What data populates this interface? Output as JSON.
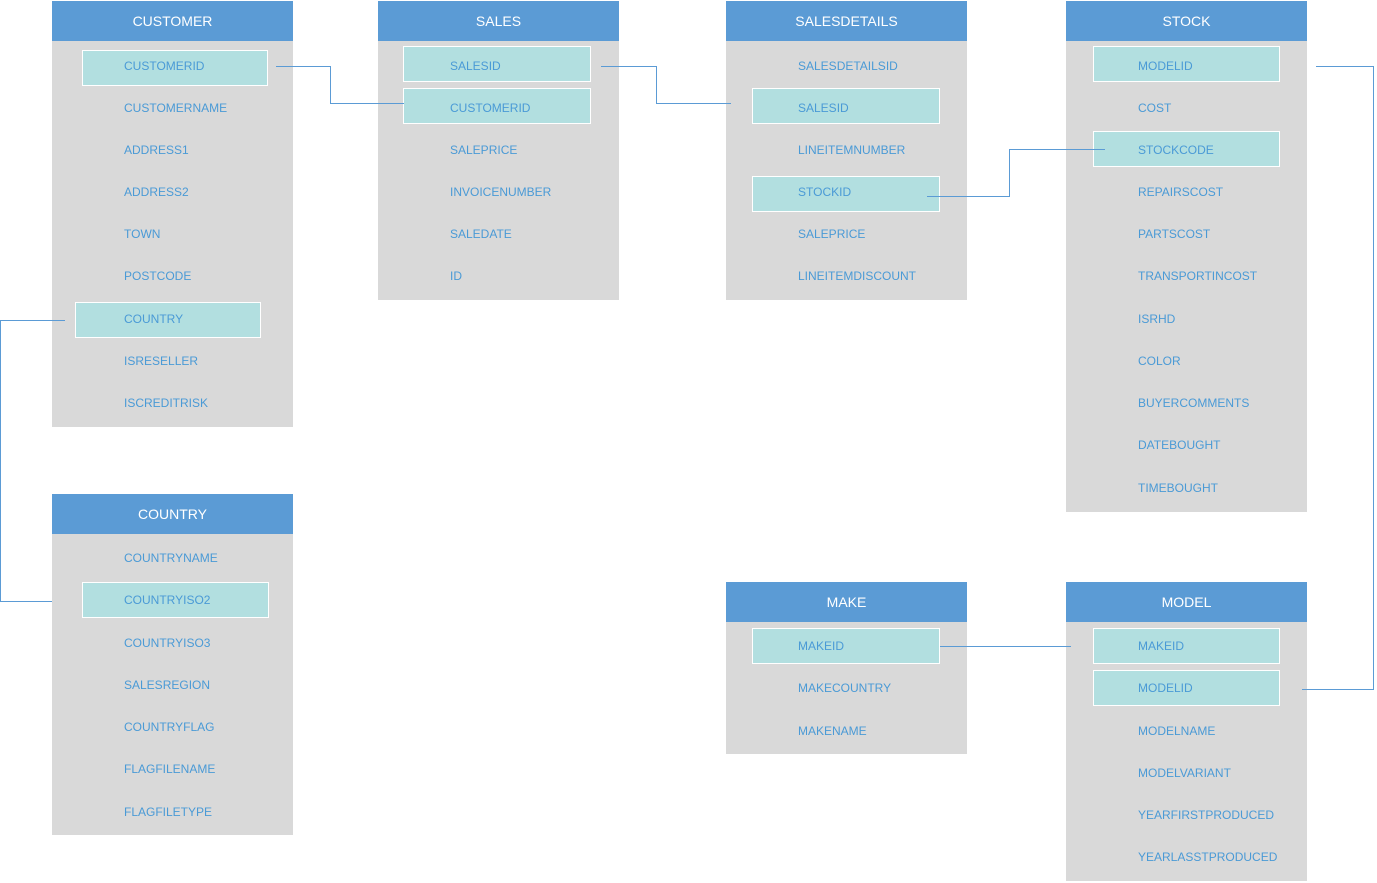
{
  "colors": {
    "header_bg": "#5b9bd5",
    "header_text": "#ffffff",
    "entity_bg": "#d9d9d9",
    "field_text": "#4a9ad6",
    "key_highlight": "#b2dfe0",
    "connector": "#5b9bd5"
  },
  "entities": [
    {
      "id": "customer",
      "title": "CUSTOMER",
      "fields": [
        {
          "name": "CUSTOMERID",
          "key": true
        },
        {
          "name": "CUSTOMERNAME",
          "key": false
        },
        {
          "name": "ADDRESS1",
          "key": false
        },
        {
          "name": "ADDRESS2",
          "key": false
        },
        {
          "name": "TOWN",
          "key": false
        },
        {
          "name": "POSTCODE",
          "key": false
        },
        {
          "name": "COUNTRY",
          "key": true
        },
        {
          "name": "ISRESELLER",
          "key": false
        },
        {
          "name": "ISCREDITRISK",
          "key": false
        }
      ]
    },
    {
      "id": "sales",
      "title": "SALES",
      "fields": [
        {
          "name": "SALESID",
          "key": true
        },
        {
          "name": "CUSTOMERID",
          "key": true
        },
        {
          "name": "SALEPRICE",
          "key": false
        },
        {
          "name": "INVOICENUMBER",
          "key": false
        },
        {
          "name": "SALEDATE",
          "key": false
        },
        {
          "name": "ID",
          "key": false
        }
      ]
    },
    {
      "id": "salesdetails",
      "title": "SALESDETAILS",
      "fields": [
        {
          "name": "SALESDETAILSID",
          "key": false
        },
        {
          "name": "SALESID",
          "key": true
        },
        {
          "name": "LINEITEMNUMBER",
          "key": false
        },
        {
          "name": "STOCKID",
          "key": true
        },
        {
          "name": "SALEPRICE",
          "key": false
        },
        {
          "name": "LINEITEMDISCOUNT",
          "key": false
        }
      ]
    },
    {
      "id": "stock",
      "title": "STOCK",
      "fields": [
        {
          "name": "MODELID",
          "key": true
        },
        {
          "name": "COST",
          "key": false
        },
        {
          "name": "STOCKCODE",
          "key": true
        },
        {
          "name": "REPAIRSCOST",
          "key": false
        },
        {
          "name": "PARTSCOST",
          "key": false
        },
        {
          "name": "TRANSPORTINCOST",
          "key": false
        },
        {
          "name": "ISRHD",
          "key": false
        },
        {
          "name": "COLOR",
          "key": false
        },
        {
          "name": "BUYERCOMMENTS",
          "key": false
        },
        {
          "name": "DATEBOUGHT",
          "key": false
        },
        {
          "name": "TIMEBOUGHT",
          "key": false
        }
      ]
    },
    {
      "id": "country",
      "title": "COUNTRY",
      "fields": [
        {
          "name": "COUNTRYNAME",
          "key": false
        },
        {
          "name": "COUNTRYISO2",
          "key": true
        },
        {
          "name": "COUNTRYISO3",
          "key": false
        },
        {
          "name": "SALESREGION",
          "key": false
        },
        {
          "name": "COUNTRYFLAG",
          "key": false
        },
        {
          "name": "FLAGFILENAME",
          "key": false
        },
        {
          "name": "FLAGFILETYPE",
          "key": false
        }
      ]
    },
    {
      "id": "make",
      "title": "MAKE",
      "fields": [
        {
          "name": "MAKEID",
          "key": true
        },
        {
          "name": "MAKECOUNTRY",
          "key": false
        },
        {
          "name": "MAKENAME",
          "key": false
        }
      ]
    },
    {
      "id": "model",
      "title": "MODEL",
      "fields": [
        {
          "name": "MAKEID",
          "key": true
        },
        {
          "name": "MODELID",
          "key": true
        },
        {
          "name": "MODELNAME",
          "key": false
        },
        {
          "name": "MODELVARIANT",
          "key": false
        },
        {
          "name": "YEARFIRSTPRODUCED",
          "key": false
        },
        {
          "name": "YEARLASSTPRODUCED",
          "key": false
        }
      ]
    }
  ],
  "relationships": [
    {
      "from": "customer.CUSTOMERID",
      "to": "sales.CUSTOMERID"
    },
    {
      "from": "sales.SALESID",
      "to": "salesdetails.SALESID"
    },
    {
      "from": "salesdetails.STOCKID",
      "to": "stock.STOCKCODE"
    },
    {
      "from": "customer.COUNTRY",
      "to": "country.COUNTRYISO2"
    },
    {
      "from": "stock.MODELID",
      "to": "model.MODELID"
    },
    {
      "from": "make.MAKEID",
      "to": "model.MAKEID"
    }
  ]
}
